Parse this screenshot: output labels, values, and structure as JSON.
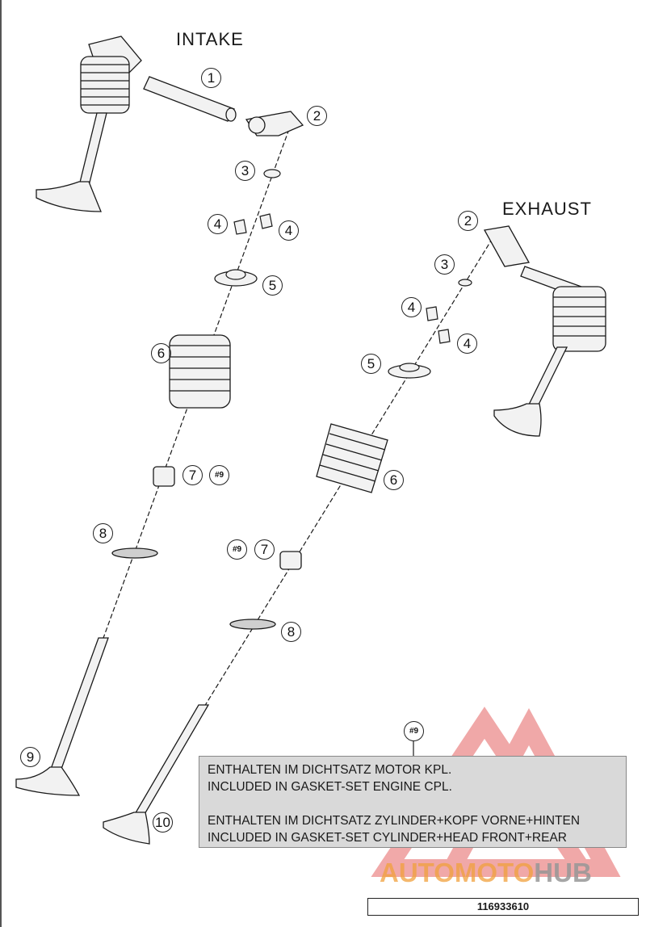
{
  "titles": {
    "intake": "INTAKE",
    "exhaust": "EXHAUST"
  },
  "callouts": {
    "c1": "1",
    "c2": "2",
    "c3": "3",
    "c4": "4",
    "c5": "5",
    "c6": "6",
    "c7": "7",
    "c8": "8",
    "c9": "9",
    "c10": "10",
    "ref9": "#9"
  },
  "note": {
    "line1": "ENTHALTEN IM DICHTSATZ MOTOR KPL.",
    "line2": "INCLUDED IN GASKET-SET ENGINE CPL.",
    "line3": "ENTHALTEN IM DICHTSATZ ZYLINDER+KOPF VORNE+HINTEN",
    "line4": "INCLUDED IN GASKET-SET CYLINDER+HEAD FRONT+REAR"
  },
  "watermark": {
    "part1": "AUTOMOTO",
    "part2": "HUB"
  },
  "diagram_code": "116933610",
  "colors": {
    "line": "#1a1a1a",
    "part_fill": "#f2f2f2",
    "note_bg": "#d9d9d9",
    "watermark_red": "#e04040",
    "watermark_orange": "#f0a03c"
  }
}
